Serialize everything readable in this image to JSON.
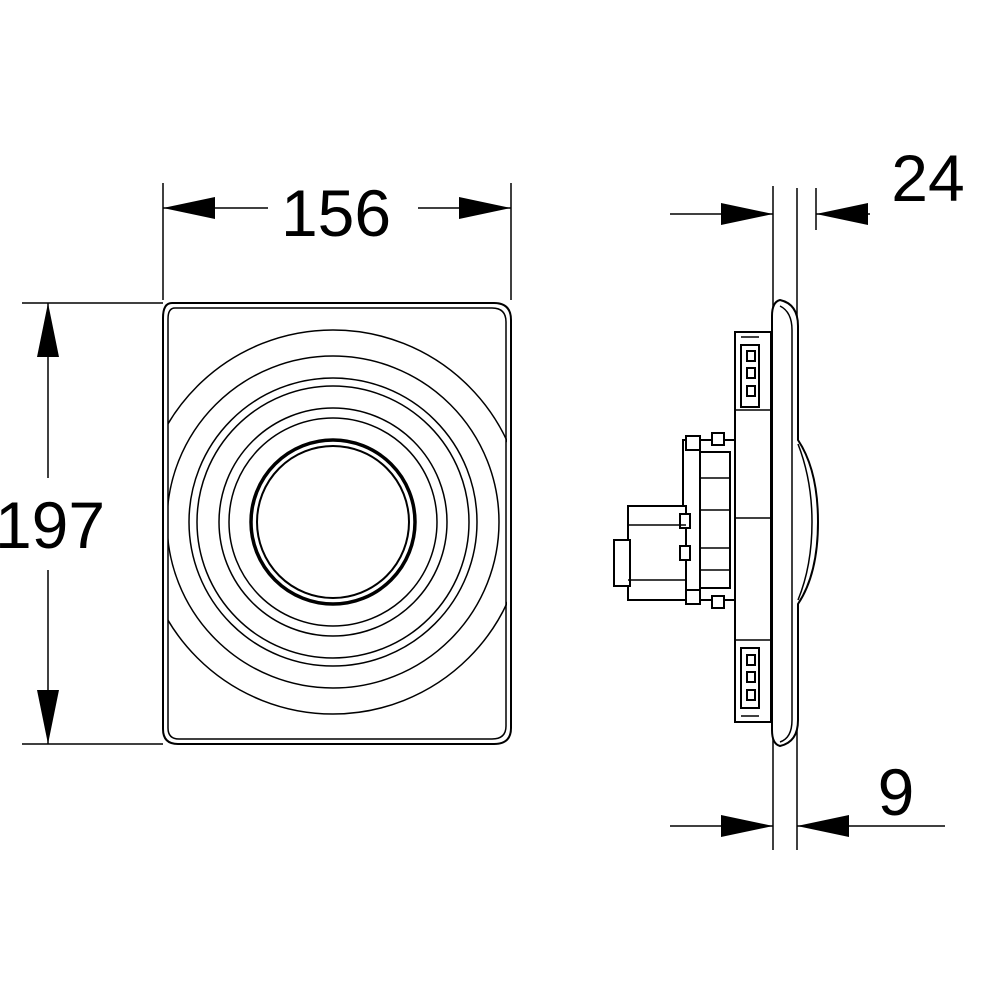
{
  "drawing": {
    "front_view": {
      "width_label": "156",
      "height_label": "197"
    },
    "side_view": {
      "depth_label": "24",
      "inset_label": "9"
    },
    "line_color": "#000000",
    "background_color": "#ffffff"
  }
}
